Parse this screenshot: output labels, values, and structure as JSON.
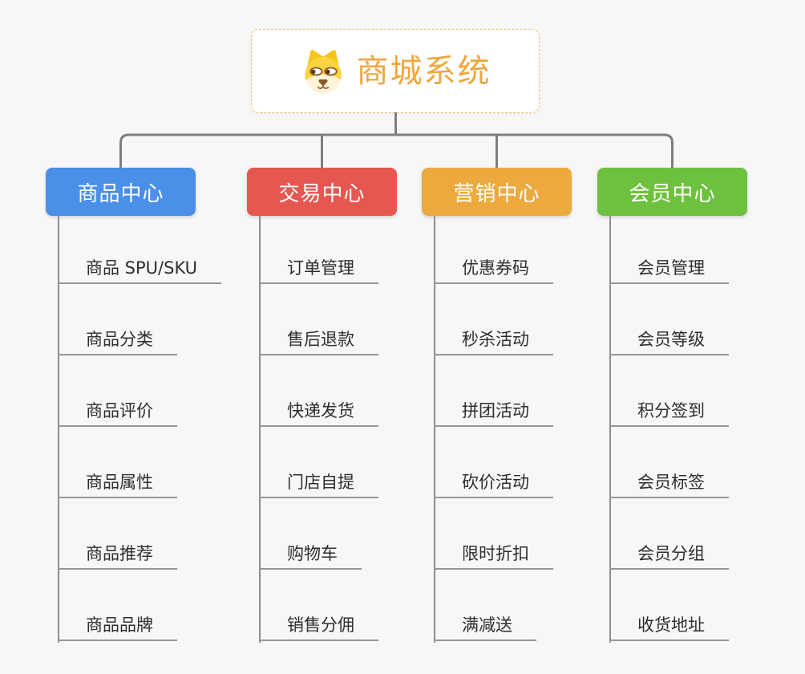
{
  "root": {
    "title": "商城系统",
    "title_color": "#f0a63e",
    "border_color": "#f0c070",
    "icon": "dog-face-icon"
  },
  "connector_color": "#7e7e7e",
  "background_color": "#f7f7f7",
  "branches": [
    {
      "label": "商品中心",
      "color": "#4a90e8",
      "items": [
        "商品 SPU/SKU",
        "商品分类",
        "商品评价",
        "商品属性",
        "商品推荐",
        "商品品牌"
      ]
    },
    {
      "label": "交易中心",
      "color": "#e65752",
      "items": [
        "订单管理",
        "售后退款",
        "快递发货",
        "门店自提",
        "购物车",
        "销售分佣"
      ]
    },
    {
      "label": "营销中心",
      "color": "#ecaa3e",
      "items": [
        "优惠券码",
        "秒杀活动",
        "拼团活动",
        "砍价活动",
        "限时折扣",
        "满减送"
      ]
    },
    {
      "label": "会员中心",
      "color": "#6ec13e",
      "items": [
        "会员管理",
        "会员等级",
        "积分签到",
        "会员标签",
        "会员分组",
        "收货地址"
      ]
    }
  ]
}
